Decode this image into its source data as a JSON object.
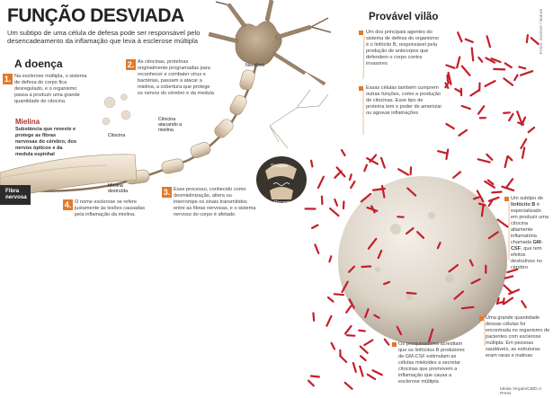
{
  "title": "FUNÇÃO DESVIADA",
  "subtitle": "Um subtipo de uma célula de defesa pode ser responsável pelo desencadeamento da inflamação que leva à esclerose múltipla",
  "doenca": {
    "heading": "A doença",
    "step1": {
      "num": "1.",
      "text": "Na esclerose múltipla, o sistema de defesa do corpo fica desregulado, e o organismo passa a produzir uma grande quantidade de citocina."
    },
    "step2": {
      "num": "2.",
      "text": "As citocinas, proteínas originalmente programadas para reconhecer e combater vírus e bactérias, passam a atacar a mielina, a cobertura que protege os nervos do cérebro e da medula"
    },
    "step3": {
      "num": "3.",
      "text": "Esse processo, conhecido como desmielinização, altera ou interrompe os sinais transmitidos entre as fibras nervosas, e o sistema nervoso do corpo é afetado"
    },
    "step4": {
      "num": "4.",
      "text": "O nome esclerose se refere justamente às lesões causadas pela inflamação da mielina."
    },
    "mielina_title": "Mielina",
    "mielina_desc": "Substância que reveste e protege as fibras nervosas do cérebro, dos nervos ópticos e da medula espinhal",
    "labels": {
      "citocina": "Citocina",
      "citocina_atacando": "Citocina atacando a mielina",
      "neuronio": "Neurônio",
      "mielina_destruida": "Mielina destruída",
      "sinapse": "Sinapse",
      "receptor": "Receptor",
      "fibra_nervosa": "Fibra nervosa"
    }
  },
  "provavel": {
    "heading": "Provável vilão",
    "p1": "Um dos principais agentes do sistema de defesa do organismo é o linfócito B, responsável pela produção de anticorpos que defendem o corpo contra invasores",
    "p2": "Essas células também cumprem outras funções, como a produção de citocinas. Esse tipo de proteína tem o poder de amenizar ou agravar inflamações",
    "p3_a": "Um subtipo de",
    "p3_b": "linfócito B",
    "p3_c": "é especializado em produzir uma citocina altamente inflamatória chamada",
    "p3_d": "GM-CSF",
    "p3_e": ", que tem efeitos destrutivos no cérebro",
    "p4": "Uma grande quantidade dessas células foi encontrada no organismo de pacientes com esclerose múltipla. Em pessoas saudáveis, as estruturas eram raras e inativas",
    "p5": "Os pesquisadores acreditam que os linfócitos B produtores de GM-CSF estimulam as células mieloides a secretar citocinas que promovem a inflamação que causa a esclerose múltipla"
  },
  "credits": {
    "bottom": "Ideias Virgulo/CB/D.A Press",
    "side": "Fotos: Science / Nature"
  },
  "colors": {
    "accent": "#e07a2b",
    "cytokine": "#c41e2a",
    "mielina": "#b0302a"
  }
}
